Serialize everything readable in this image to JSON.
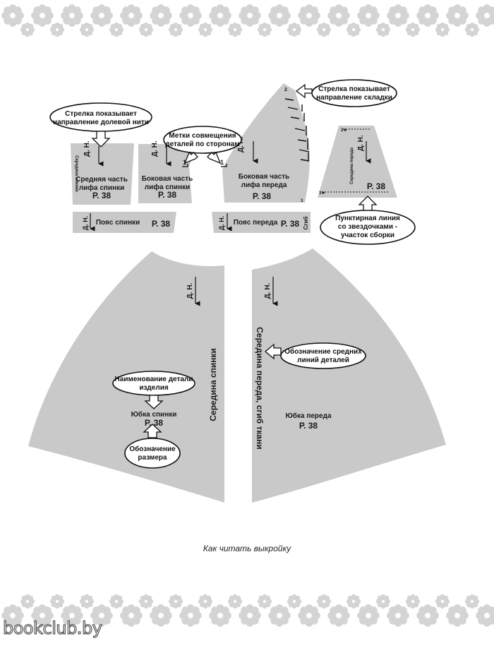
{
  "pieces": {
    "back_bodice_center": {
      "grain": "Д. Н.",
      "line1": "Средняя часть",
      "line2": "лифа спинки",
      "size": "Р. 38",
      "side": "Середина спинки"
    },
    "back_bodice_side": {
      "grain": "Д. Н.",
      "line1": "Боковая часть",
      "line2": "лифа спинки",
      "size": "Р. 38",
      "mark": "1"
    },
    "front_bodice_side": {
      "grain": "Д. Н.",
      "line1": "Боковая часть",
      "line2": "лифа переда",
      "size": "Р. 38",
      "mark": "1",
      "fold_mark": "2",
      "corner_mark": "3"
    },
    "front_bodice_center": {
      "grain": "Д. Н.",
      "side": "Середина переда",
      "size": "Р. 38",
      "star_top": "2★",
      "star_bottom": "3★"
    },
    "back_waistband": {
      "grain": "Д. Н.",
      "name": "Пояс спинки",
      "size": "Р. 38"
    },
    "front_waistband": {
      "grain": "Д. Н.",
      "name": "Пояс переда",
      "size": "Р. 38",
      "fold": "Сгиб"
    },
    "back_skirt": {
      "grain": "Д. Н.",
      "center": "Середина спинки",
      "name": "Юбка спинки",
      "size": "Р. 38"
    },
    "front_skirt": {
      "grain": "Д. Н.",
      "center": "Середина переда,  сгиб ткани",
      "name": "Юбка переда",
      "size": "Р. 38"
    }
  },
  "callouts": {
    "grain": [
      "Стрелка показывает",
      "направление долевой нити"
    ],
    "notches": [
      "Метки совмещения",
      "деталей по сторонам"
    ],
    "pleat": [
      "Стрелка показывает",
      "направление складки"
    ],
    "gather": [
      "Пунктирная линия",
      "со звездочками -",
      "участок сборки"
    ],
    "center_lines": [
      "Обозначение средних",
      "линий деталей"
    ],
    "piece_name": [
      "Наименование детали",
      "изделия"
    ],
    "size": [
      "Обозначение",
      "размера"
    ]
  },
  "caption": "Как читать выкройку",
  "watermark": "bookclub.by",
  "colors": {
    "piece_fill": "#c9c9c9",
    "piece_stroke": "#b5b5b5",
    "ink": "#111111",
    "lace": "#d4d4d4"
  }
}
